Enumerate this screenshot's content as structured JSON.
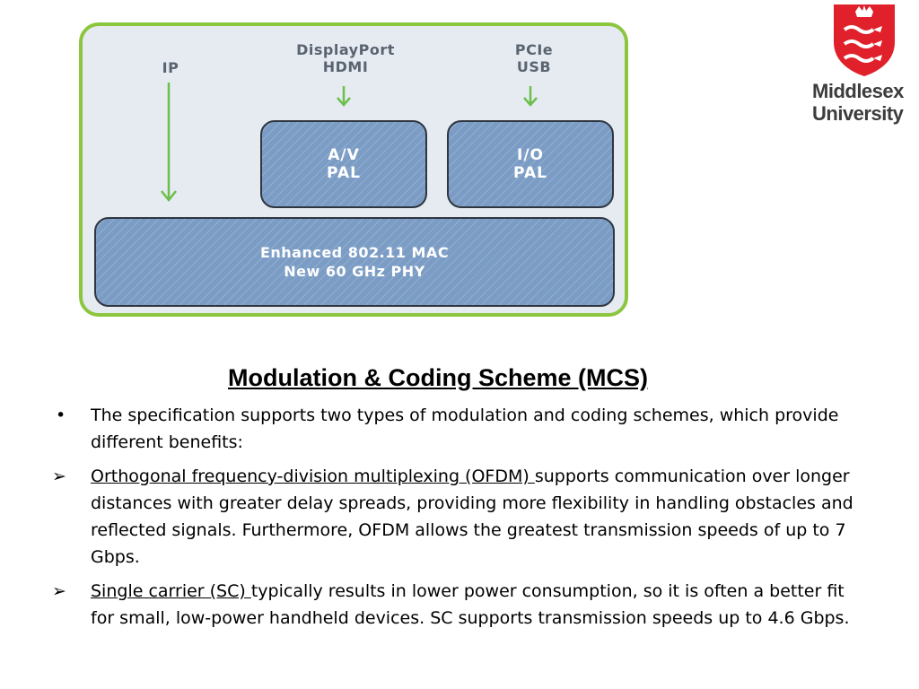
{
  "diagram": {
    "inputs": {
      "ip": "IP",
      "av_line1": "DisplayPort",
      "av_line2": "HDMI",
      "io_line1": "PCIe",
      "io_line2": "USB"
    },
    "av_pal": {
      "line1": "A/V",
      "line2": "PAL"
    },
    "io_pal": {
      "line1": "I/O",
      "line2": "PAL"
    },
    "mac": {
      "line1": "Enhanced 802.11 MAC",
      "line2": "New 60 GHz PHY"
    },
    "colors": {
      "frame": "#8cc63f",
      "box_fill": "#7b9cc4",
      "arrow": "#6cbf4a"
    }
  },
  "logo": {
    "line1": "Middlesex",
    "line2": "University",
    "shield_color": "#e0202a"
  },
  "slide": {
    "title": "Modulation & Coding Scheme (MCS)",
    "intro": {
      "marker": "•",
      "text": "The specification supports two types of modulation and coding schemes, which provide different benefits:"
    },
    "ofdm": {
      "marker": "➢",
      "term": "Orthogonal frequency-division multiplexing (OFDM) ",
      "text": "supports communication over longer distances with greater delay spreads, providing more flexibility in handling obstacles and reflected signals. Furthermore, OFDM allows the greatest transmission speeds of up to 7 Gbps."
    },
    "sc": {
      "marker": "➢",
      "term": "Single carrier (SC) ",
      "text": "typically results in lower power consumption, so it is often a better fit for small, low-power handheld devices. SC supports transmission speeds up to 4.6 Gbps."
    }
  }
}
